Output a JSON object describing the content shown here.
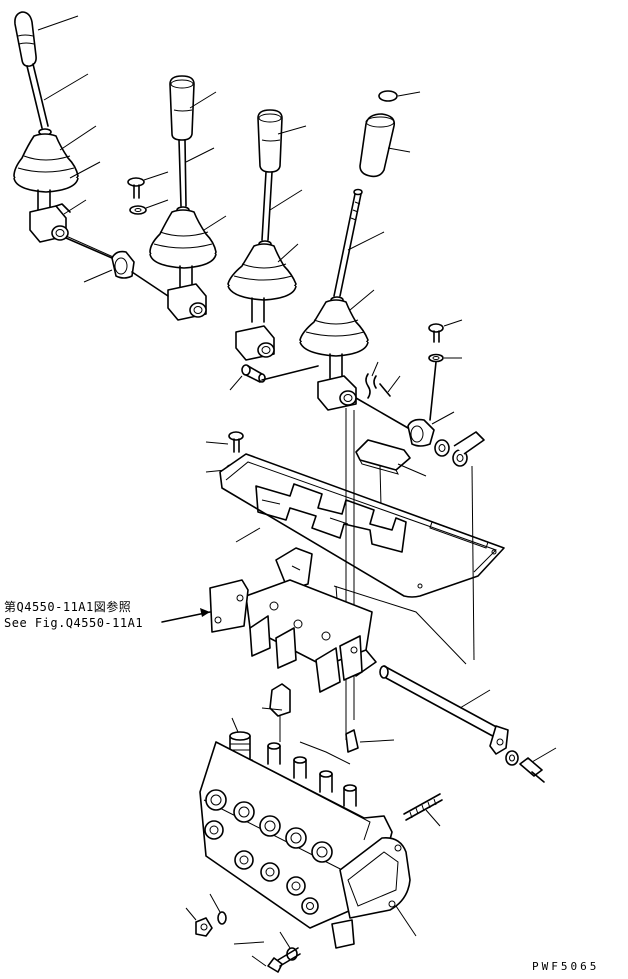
{
  "reference": {
    "jp": "第Q4550-11A1図参照",
    "en": "See Fig.Q4550-11A1"
  },
  "drawing_code": "PWF5065",
  "parts": [
    {
      "id": "lever-knob-1",
      "name": "lever-knob"
    },
    {
      "id": "lever-rod-1",
      "name": "lever-rod"
    },
    {
      "id": "lever-boot-1",
      "name": "lever-boot"
    },
    {
      "id": "lever-knob-2",
      "name": "lever-knob"
    },
    {
      "id": "lever-rod-2",
      "name": "lever-rod"
    },
    {
      "id": "lever-boot-2",
      "name": "lever-boot"
    },
    {
      "id": "lever-knob-3",
      "name": "lever-knob"
    },
    {
      "id": "lever-rod-3",
      "name": "lever-rod"
    },
    {
      "id": "lever-boot-3",
      "name": "lever-boot"
    },
    {
      "id": "lever-knob-4",
      "name": "lever-knob"
    },
    {
      "id": "lever-rod-4",
      "name": "lever-rod"
    },
    {
      "id": "lever-boot-4",
      "name": "lever-boot"
    },
    {
      "id": "cover-plate",
      "name": "lever-guide-plate"
    },
    {
      "id": "bracket",
      "name": "mounting-bracket"
    },
    {
      "id": "link-rod",
      "name": "link-rod"
    },
    {
      "id": "control-valve",
      "name": "control-valve"
    }
  ]
}
